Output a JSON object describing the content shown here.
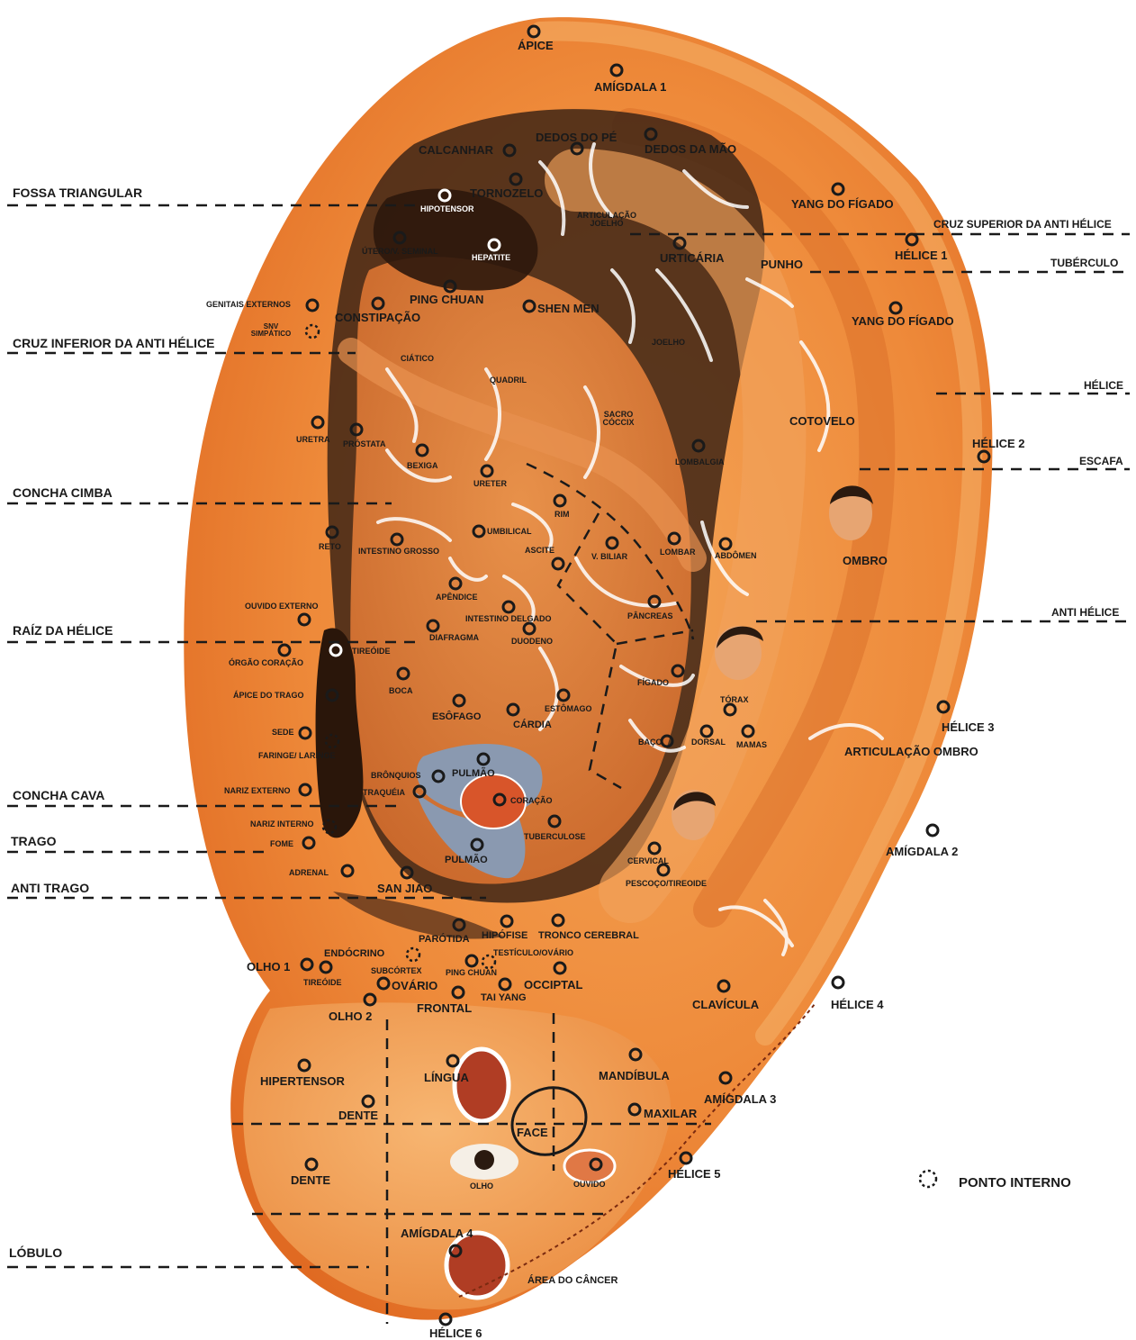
{
  "colors": {
    "skin_light": "#f6b56c",
    "skin": "#ee8a3a",
    "skin_dark": "#d8651f",
    "shadow": "#3e2415",
    "lung": "#8a99b0",
    "marker": "#1a1a1a",
    "dash": "#1a1a1a"
  },
  "region_labels": {
    "fossa_triangular": "FOSSA TRIANGULAR",
    "cruz_inferior": "CRUZ INFERIOR DA ANTI HÉLICE",
    "concha_cimba": "CONCHA CIMBA",
    "raiz_helice": "RAÍZ DA HÉLICE",
    "concha_cava": "CONCHA CAVA",
    "trago": "TRAGO",
    "anti_trago": "ANTI TRAGO",
    "lobulo": "LÓBULO",
    "cruz_superior": "CRUZ SUPERIOR DA ANTI HÉLICE",
    "tuberculo": "TUBÉRCULO",
    "helice": "HÉLICE",
    "escafa": "ESCAFA",
    "anti_helice": "ANTI HÉLICE"
  },
  "points": {
    "apice": "ÁPICE",
    "amigdala1": "AMÍGDALA 1",
    "calcanhar": "CALCANHAR",
    "dedos_pe": "DEDOS DO PÉ",
    "dedos_mao": "DEDOS DA MÃO",
    "tornozelo": "TORNOZELO",
    "hipotensor": "HIPOTENSOR",
    "articulacao_joelho": "ARTICULAÇÃO JOELHO",
    "yang_figado1": "YANG DO FÍGADO",
    "utero": "ÚTERO/V. SEMINAL",
    "hepatite": "HEPATITE",
    "urticaria": "URTICÁRIA",
    "punho": "PUNHO",
    "helice1": "HÉLICE 1",
    "genitais": "GENITAIS EXTERNOS",
    "ping_chuan_top": "PING CHUAN",
    "shen_men": "SHEN MEN",
    "constipacao": "CONSTIPAÇÃO",
    "snv": "SNV SIMPÁTICO",
    "yang_figado2": "YANG DO FÍGADO",
    "joelho": "JOELHO",
    "ciatico": "CIÁTICO",
    "quadril": "QUADRIL",
    "sacro": "SACRO CÓCCIX",
    "cotovelo": "COTOVELO",
    "uretra": "URETRA",
    "prostata": "PRÓSTATA",
    "bexiga": "BEXIGA",
    "ureter": "URETER",
    "lombalgia": "LOMBALGIA",
    "helice2": "HÉLICE 2",
    "rim": "RIM",
    "reto": "RETO",
    "intestino_grosso": "INTESTINO GROSSO",
    "umbilical": "UMBILICAL",
    "ascite": "ASCITE",
    "v_biliar": "V. BILIAR",
    "lombar": "LOMBAR",
    "abdomen": "ABDÔMEN",
    "ombro": "OMBRO",
    "apendice": "APÊNDICE",
    "intestino_delgado": "INTESTINO DELGADO",
    "pancreas": "PÂNCREAS",
    "ouvido_externo": "OUVIDO EXTERNO",
    "diafragma": "DIAFRAGMA",
    "duodeno": "DUODENO",
    "orgao_coracao": "ÓRGÃO CORAÇÃO",
    "tireoide_top": "TIREÓIDE",
    "figado": "FÍGADO",
    "boca": "BOCA",
    "apice_trago": "ÁPICE DO TRAGO",
    "torax": "TÓRAX",
    "esofago": "ESÔFAGO",
    "estomago": "ESTÔMAGO",
    "cardia": "CÁRDIA",
    "helice3": "HÉLICE 3",
    "sede": "SEDE",
    "dorsal": "DORSAL",
    "mamas": "MAMAS",
    "baco": "BAÇO",
    "articulacao_ombro": "ARTICULAÇÃO OMBRO",
    "faringe": "FARINGE/ LARINGE",
    "bronquios": "BRÔNQUIOS",
    "pulmao_top": "PULMÃO",
    "nariz_externo": "NARIZ EXTERNO",
    "traqueia": "TRAQUÉIA",
    "coracao": "CORAÇÃO",
    "nariz_interno": "NARIZ INTERNO",
    "tuberculose": "TUBERCULOSE",
    "fome": "FOME",
    "pulmao_bottom": "PULMÃO",
    "amigdala2": "AMÍGDALA 2",
    "cervical": "CERVICAL",
    "adrenal": "ADRENAL",
    "san_jiao": "SAN JIAO",
    "pescoco": "PESCOÇO/TIREOIDE",
    "parotida": "PARÓTIDA",
    "hipofise": "HIPÓFISE",
    "tronco": "TRONCO CEREBRAL",
    "endocrino": "ENDÓCRINO",
    "testiculo": "TESTÍCULO/OVÁRIO",
    "olho1": "OLHO 1",
    "subcortex": "SUBCÓRTEX",
    "ping_chuan_bottom": "PING CHUAN",
    "tireoide_bottom": "TIREÓIDE",
    "ovario": "OVÁRIO",
    "occiptal": "OCCIPTAL",
    "tai_yang": "TAI YANG",
    "frontal": "FRONTAL",
    "olho2": "OLHO 2",
    "clavicula": "CLAVÍCULA",
    "helice4": "HÉLICE 4",
    "hipertensor": "HIPERTENSOR",
    "lingua": "LÍNGUA",
    "mandibula": "MANDÍBULA",
    "amigdala3": "AMÍGDALA 3",
    "dente1": "DENTE",
    "maxilar": "MAXILAR",
    "face": "FACE",
    "dente2": "DENTE",
    "olho": "OLHO",
    "ouvido": "OUVIDO",
    "helice5": "HÉLICE 5",
    "amigdala4": "AMÍGDALA 4",
    "area_cancer": "ÁREA DO CÂNCER",
    "helice6": "HÉLICE 6"
  },
  "legend": {
    "ponto_interno": "PONTO INTERNO"
  }
}
